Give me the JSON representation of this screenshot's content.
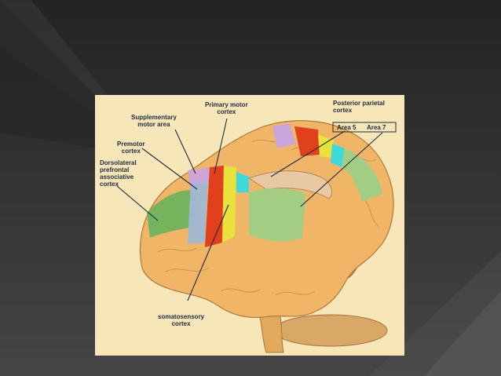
{
  "slide": {
    "background": "#2e2e2e"
  },
  "figure": {
    "labels": {
      "primary_motor": "Primary motor\ncortex",
      "posterior_parietal": "Posterior parietal\ncortex",
      "supplementary_motor": "Supplementary\nmotor area",
      "premotor": "Premotor\ncortex",
      "dorsolateral_prefrontal": "Dorsolateral\nprefrontal\nassociative\ncortex",
      "area5": "Area 5",
      "area7": "Area 7",
      "somatosensory": "somatosensory\ncortex"
    },
    "region_colors": {
      "primary_motor": "#e0401c",
      "premotor": "#9fb8d6",
      "supplementary_motor": "#c9a6dc",
      "prefrontal": "#6db35b",
      "somatosensory": "#e8e23a",
      "area5": "#40d9d9",
      "area7": "#9fcf86",
      "cortex": "#f0b566"
    }
  }
}
